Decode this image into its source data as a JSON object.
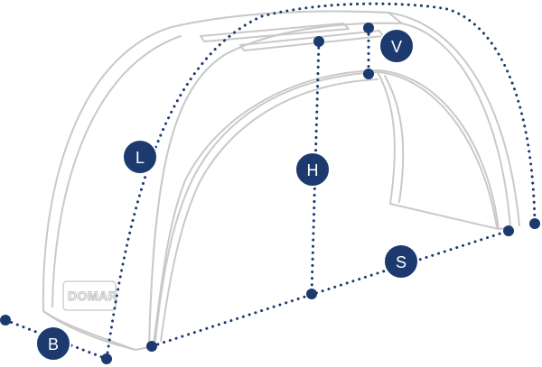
{
  "brand": {
    "logo_text": "DOMAR"
  },
  "dimensions": {
    "L": "L",
    "H": "H",
    "V": "V",
    "S": "S",
    "B": "B"
  },
  "colors": {
    "accent": "#1c3a6e",
    "outline": "#c9c9c9",
    "background": "#ffffff"
  }
}
